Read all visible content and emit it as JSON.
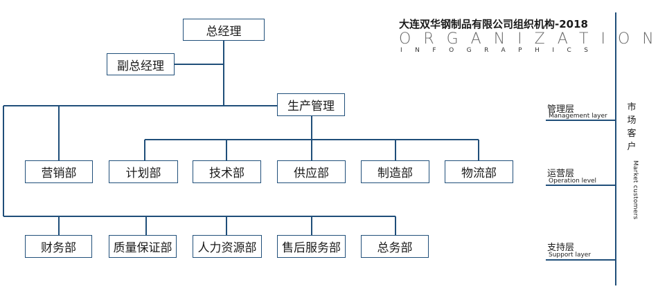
{
  "title": {
    "main": "大连双华钢制品有限公司组织机构-2018",
    "organization": "ORGANIZATION",
    "infographics": "INFOGRAPHICS"
  },
  "nodes": {
    "gm": "总经理",
    "deputy_gm": "副总经理",
    "production": "生产管理",
    "operation_departments": [
      "营销部",
      "计划部",
      "技术部",
      "供应部",
      "制造部",
      "物流部"
    ],
    "support_departments": [
      "财务部",
      "质量保证部",
      "人力资源部",
      "售后服务部",
      "总务部"
    ]
  },
  "layers": [
    {
      "cn": "管理层",
      "en": "Management layer"
    },
    {
      "cn": "运营层",
      "en": "Operation level"
    },
    {
      "cn": "支持层",
      "en": "Support layer"
    }
  ],
  "market": {
    "cn": [
      "市",
      "场",
      "客",
      "户"
    ],
    "en": "Market customers"
  },
  "colors": {
    "line": "#1f4e79",
    "box_border": "#1f4e79",
    "text": "#1a1a1a"
  }
}
